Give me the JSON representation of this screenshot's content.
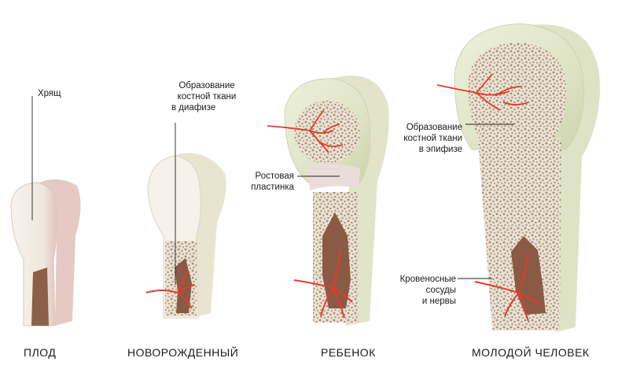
{
  "labels": {
    "cartilage": "Хрящ",
    "diaphysis_ossification": [
      "Образование",
      "костной ткани",
      "в диафизе"
    ],
    "growth_plate": [
      "Ростовая",
      "пластинка"
    ],
    "epiphysis_ossification": [
      "Образование",
      "костной ткани",
      "в эпифизе"
    ],
    "vessels_nerves": [
      "Кровеносные",
      "сосуды",
      "и нервы"
    ]
  },
  "stages": [
    "ПЛОД",
    "НОВОРОЖДЕННЫЙ",
    "РЕБЕНОК",
    "МОЛОДОЙ ЧЕЛОВЕК"
  ],
  "colors": {
    "cartilage": "#f1efe0",
    "cartilage_shade": "#dfe3c4",
    "periosteum": "#e8c8c0",
    "spongy_bone": "#e9dfcf",
    "bone_dots": "#9b8a7a",
    "marrow": "#8a5a45",
    "vessel": "#e23b2a",
    "leader_line": "#222222"
  }
}
